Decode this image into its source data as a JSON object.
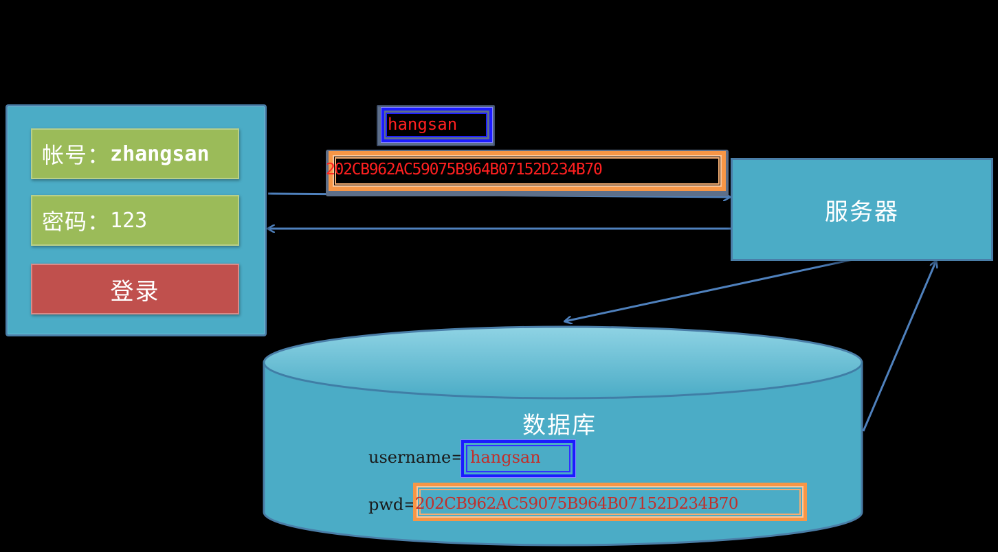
{
  "client": {
    "account_label": "帐号：",
    "account_value": "zhangsan",
    "password_label": "密码：",
    "password_value": "123",
    "login_button": "登录"
  },
  "request": {
    "username_value": "hangsan",
    "password_hash": "202CB962AC59075B964B07152D234B70"
  },
  "server": {
    "label": "服务器"
  },
  "database": {
    "label": "数据库",
    "username_key": "username=",
    "username_value": "hangsan",
    "pwd_key": "pwd=",
    "pwd_value": "202CB962AC59075B964B07152D234B70"
  },
  "colors": {
    "background": "#000000",
    "box_fill": "#4bacc6",
    "field_fill": "#9bbb59",
    "button_fill": "#c0504d",
    "username_highlight": "#1b1bff",
    "password_highlight": "#f79646",
    "arrow": "#4f81bd",
    "value_text": "#ff2020"
  }
}
